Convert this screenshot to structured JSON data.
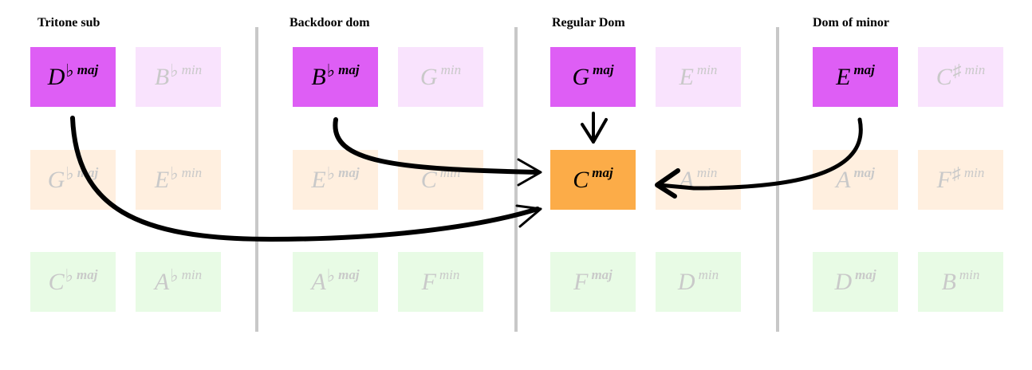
{
  "sections": [
    {
      "title": "Tritone sub"
    },
    {
      "title": "Backdoor dom"
    },
    {
      "title": "Regular Dom"
    },
    {
      "title": "Dom of minor"
    }
  ],
  "chords": [
    {
      "root": "D",
      "acc": "♭",
      "qual": "maj",
      "style": "dom"
    },
    {
      "root": "B",
      "acc": "♭",
      "qual": "min",
      "style": "rel"
    },
    {
      "root": "B",
      "acc": "♭",
      "qual": "maj",
      "style": "dom"
    },
    {
      "root": "G",
      "acc": "",
      "qual": "min",
      "style": "rel"
    },
    {
      "root": "G",
      "acc": "",
      "qual": "maj",
      "style": "dom"
    },
    {
      "root": "E",
      "acc": "",
      "qual": "min",
      "style": "rel"
    },
    {
      "root": "E",
      "acc": "",
      "qual": "maj",
      "style": "dom"
    },
    {
      "root": "C",
      "acc": "♯",
      "qual": "min",
      "style": "rel"
    },
    {
      "root": "G",
      "acc": "♭",
      "qual": "maj",
      "style": "iv"
    },
    {
      "root": "E",
      "acc": "♭",
      "qual": "min",
      "style": "iv"
    },
    {
      "root": "E",
      "acc": "♭",
      "qual": "maj",
      "style": "iv"
    },
    {
      "root": "C",
      "acc": "",
      "qual": "min",
      "style": "iv"
    },
    {
      "root": "C",
      "acc": "",
      "qual": "maj",
      "style": "ton"
    },
    {
      "root": "A",
      "acc": "",
      "qual": "min",
      "style": "iv"
    },
    {
      "root": "A",
      "acc": "",
      "qual": "maj",
      "style": "iv"
    },
    {
      "root": "F",
      "acc": "♯",
      "qual": "min",
      "style": "iv"
    },
    {
      "root": "C",
      "acc": "♭",
      "qual": "maj",
      "style": "sub"
    },
    {
      "root": "A",
      "acc": "♭",
      "qual": "min",
      "style": "sub"
    },
    {
      "root": "A",
      "acc": "♭",
      "qual": "maj",
      "style": "sub"
    },
    {
      "root": "F",
      "acc": "",
      "qual": "min",
      "style": "sub"
    },
    {
      "root": "F",
      "acc": "",
      "qual": "maj",
      "style": "sub"
    },
    {
      "root": "D",
      "acc": "",
      "qual": "min",
      "style": "sub"
    },
    {
      "root": "D",
      "acc": "",
      "qual": "maj",
      "style": "sub"
    },
    {
      "root": "B",
      "acc": "",
      "qual": "min",
      "style": "sub"
    }
  ],
  "colors": {
    "dominant": "#de5ef5",
    "relative": "#f9e3fd",
    "row2": "#ffefdf",
    "tonic": "#fcac48",
    "row3": "#e8fbe5",
    "faded_text": "#c9c9c9",
    "divider": "#c8c8c8"
  }
}
